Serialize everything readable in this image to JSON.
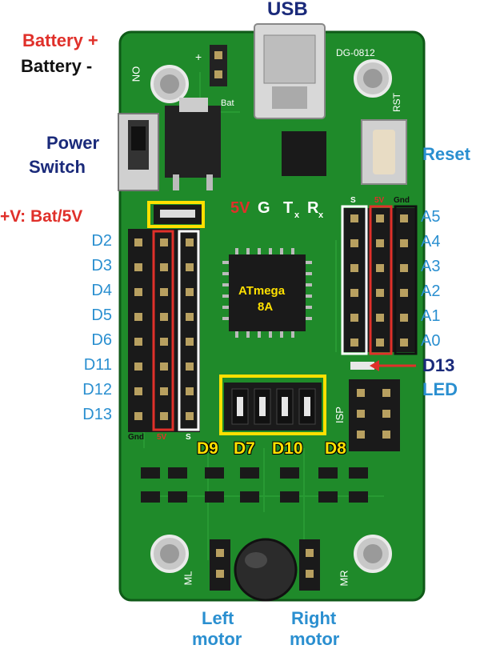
{
  "title": "USB",
  "board_id": "DG-0812",
  "labels": {
    "battery_plus": "Battery +",
    "battery_minus": "Battery -",
    "power_switch_line1": "Power",
    "power_switch_line2": "Switch",
    "reset": "Reset",
    "vbat": "+V: Bat/5V",
    "d13_led_line1": "D13",
    "d13_led_line2": "LED",
    "left_motor_line1": "Left",
    "left_motor_line2": "motor",
    "right_motor_line1": "Right",
    "right_motor_line2": "motor"
  },
  "silk": {
    "on": "ON",
    "bat": "Bat",
    "plus": "+",
    "rst": "RST",
    "isp": "ISP",
    "ml": "ML",
    "mr": "MR",
    "gnd": "Gnd",
    "v5": "5V",
    "s": "S",
    "chip_line1": "ATmega",
    "chip_line2": "8A",
    "uart_5v": "5V",
    "uart_g": "G",
    "uart_t": "T",
    "uart_r": "R",
    "uart_sub": "x"
  },
  "left_pins": [
    "D2",
    "D3",
    "D4",
    "D5",
    "D6",
    "D11",
    "D12",
    "D13"
  ],
  "right_pins": [
    "A5",
    "A4",
    "A3",
    "A2",
    "A1",
    "A0"
  ],
  "jumper_pins": [
    "D9",
    "D7",
    "D10",
    "D8"
  ],
  "colors": {
    "pcb": "#1f8a2a",
    "pcb_dark": "#13601a",
    "label_blue": "#2a8fd0",
    "label_red": "#e0302a",
    "highlight_yellow": "#ffe000",
    "highlight_red": "#e0302a",
    "highlight_white": "#ffffff"
  }
}
